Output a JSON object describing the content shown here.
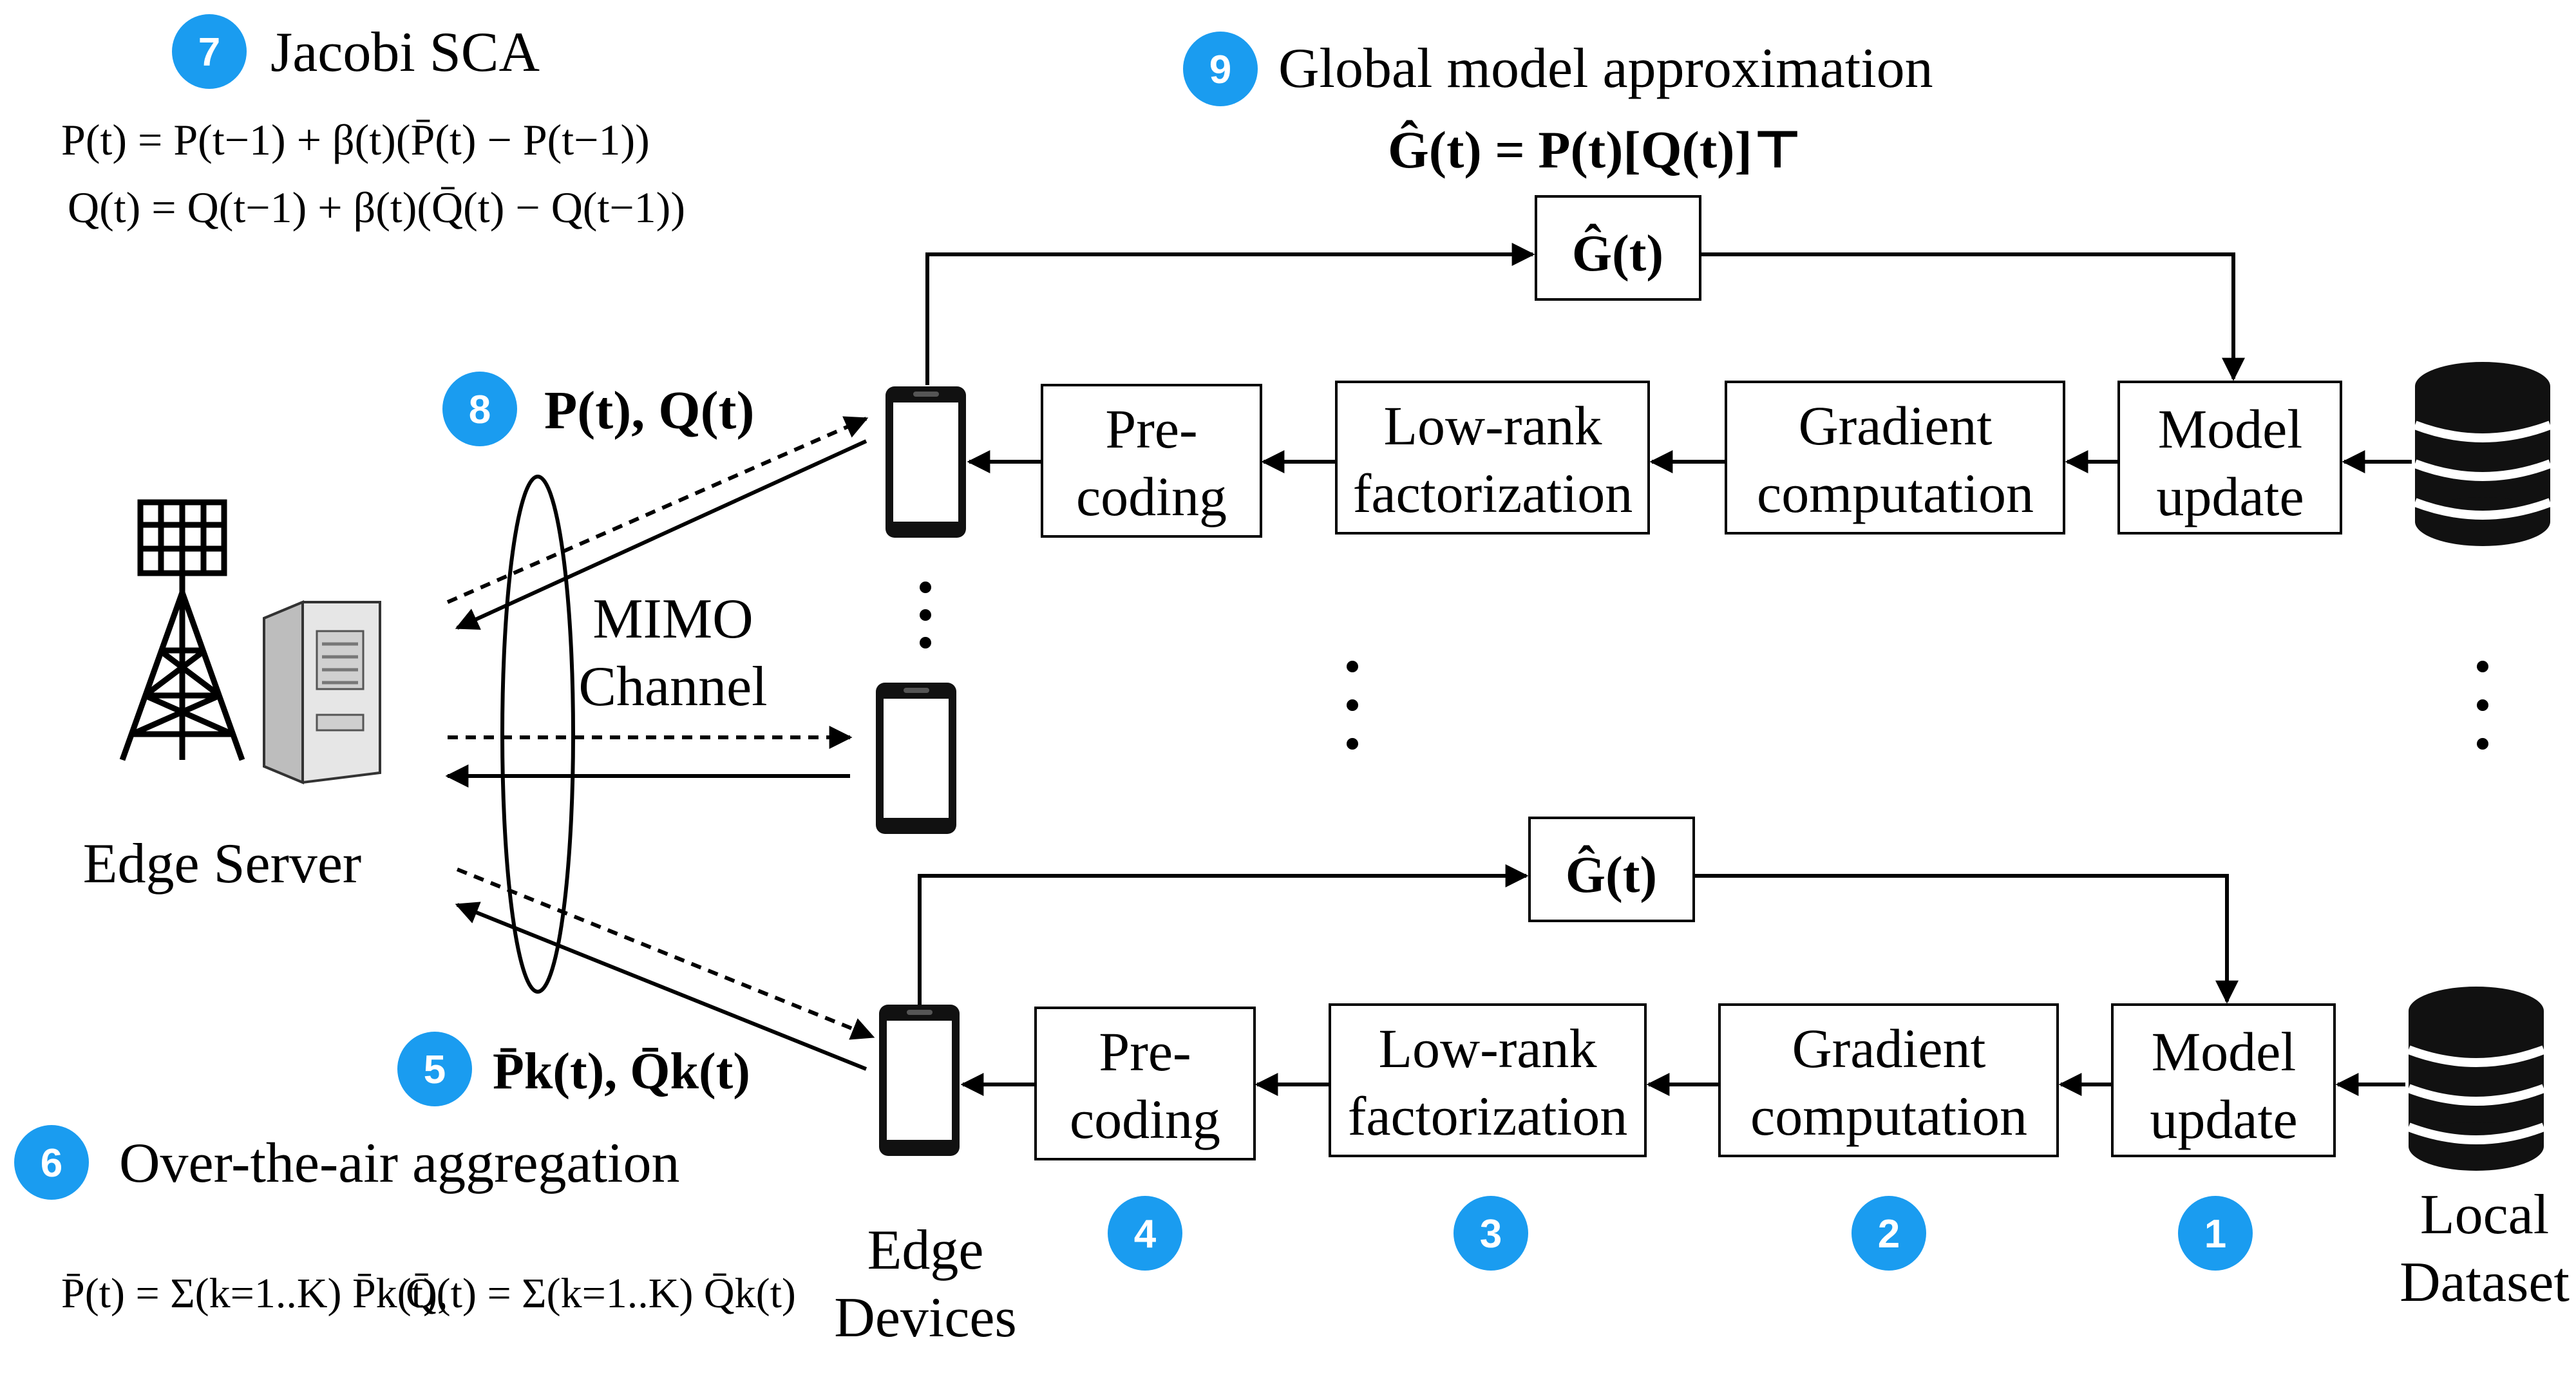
{
  "colors": {
    "badge": "#1a9cf0",
    "stroke": "#000000",
    "server_body": "#d8d8d8",
    "database": "#111111"
  },
  "steps": {
    "s1": "1",
    "s2": "2",
    "s3": "3",
    "s4": "4",
    "s5": "5",
    "s6": "6",
    "s7": "7",
    "s8": "8",
    "s9": "9"
  },
  "titles": {
    "jacobi": "Jacobi SCA",
    "global": "Global model approximation",
    "ota": "Over-the-air aggregation"
  },
  "equations": {
    "p_update": "P(t) = P(t−1) + β(t)(P̄(t) − P(t−1))",
    "q_update": "Q(t) = Q(t−1) + β(t)(Q̄(t) − Q(t−1))",
    "g_approx": "Ĝ(t) = P(t)[Q(t)]⊤",
    "g_box": "Ĝ(t)",
    "broadcast": "P(t),  Q(t)",
    "upload": "P̄k(t),   Q̄k(t)",
    "p_sum": "P̄(t) = Σ(k=1..K) P̄k(t),",
    "q_sum": "Q̄(t) = Σ(k=1..K) Q̄k(t)"
  },
  "pipeline": {
    "precoding": [
      "Pre-",
      "coding"
    ],
    "lowrank": [
      "Low-rank",
      "factorization"
    ],
    "gradient": [
      "Gradient",
      "computation"
    ],
    "model": [
      "Model",
      "update"
    ]
  },
  "labels": {
    "channel": [
      "MIMO",
      "Channel"
    ],
    "server": "Edge Server",
    "devices": [
      "Edge",
      "Devices"
    ],
    "dataset": [
      "Local",
      "Dataset"
    ]
  },
  "icons": {
    "server": "edge-server-icon",
    "tower": "antenna-tower-icon",
    "phone": "smartphone-icon",
    "database": "database-icon"
  }
}
